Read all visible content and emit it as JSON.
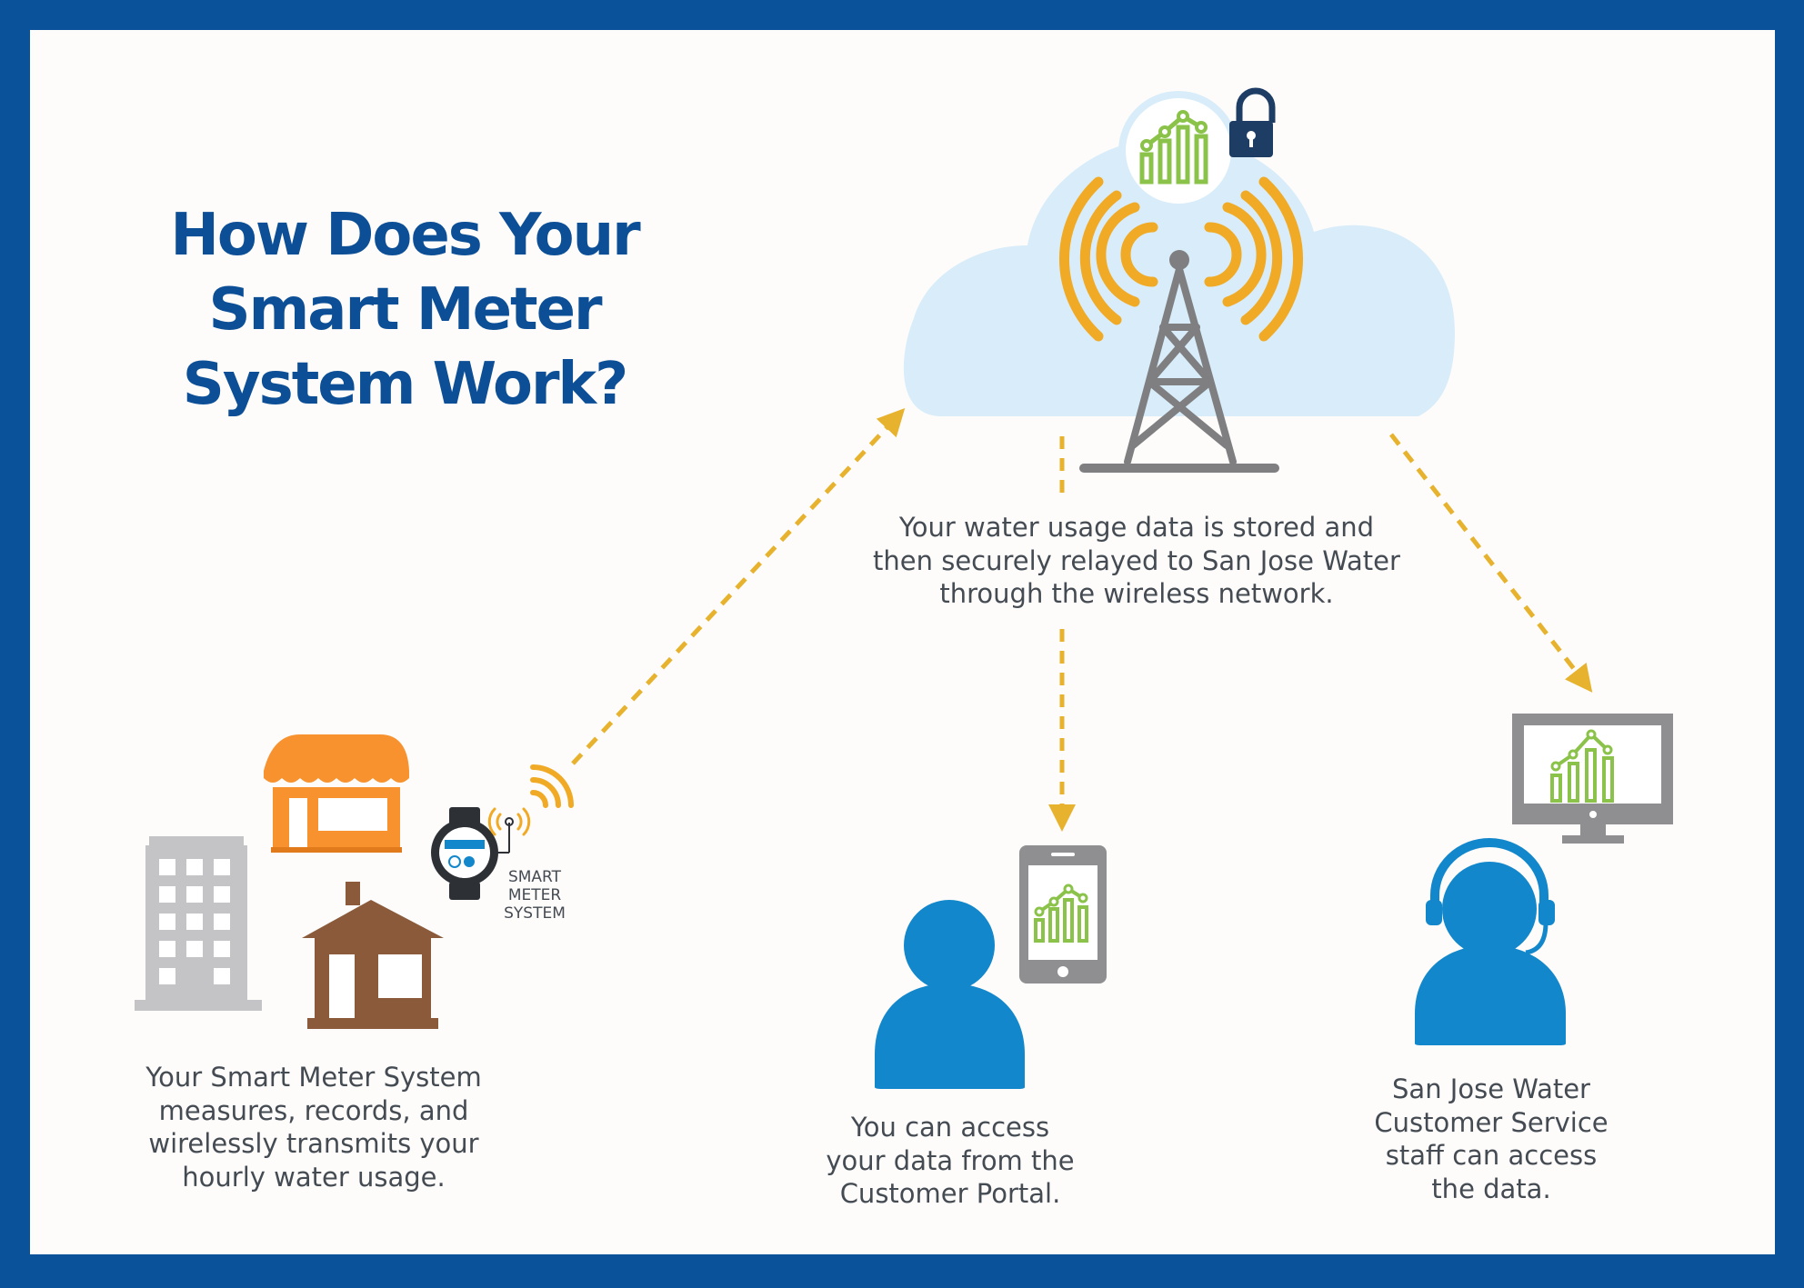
{
  "title": {
    "lines": [
      "How Does Your",
      "Smart Meter",
      "System Work?"
    ]
  },
  "meter_label": {
    "lines": [
      "SMART",
      "METER",
      "SYSTEM"
    ]
  },
  "captions": {
    "cloud": [
      "Your water usage data is stored and",
      "then securely relayed to San Jose Water",
      "through the wireless network."
    ],
    "meter": [
      "Your Smart Meter System",
      "measures, records, and",
      "wirelessly transmits your",
      "hourly water usage."
    ],
    "customer": [
      "You can access",
      "your data from the",
      "Customer Portal."
    ],
    "staff": [
      "San Jose Water",
      "Customer Service",
      "staff can access",
      "the data."
    ]
  },
  "colors": {
    "frame": "#0a5299",
    "panel": "#fdfcfa",
    "title": "#0d4f96",
    "cloud": "#d8edf9",
    "tower": "#7f7f81",
    "signal": "#f0aa26",
    "arrow": "#e7b22d",
    "chart_green": "#8bc34a",
    "person": "#1387cb",
    "store": "#f7922f",
    "house": "#8a5a3a",
    "building": "#c4c4c6",
    "device_gray": "#8f8f91",
    "lock": "#1d3d64",
    "caption": "#454b53"
  },
  "icons": [
    "cloud-icon",
    "cell-tower-icon",
    "signal-waves-icon",
    "data-chart-icon",
    "padlock-icon",
    "store-icon",
    "house-icon",
    "office-building-icon",
    "water-meter-icon",
    "smartphone-icon",
    "person-icon",
    "desktop-monitor-icon",
    "headset-agent-icon",
    "dashed-arrow-icon"
  ]
}
